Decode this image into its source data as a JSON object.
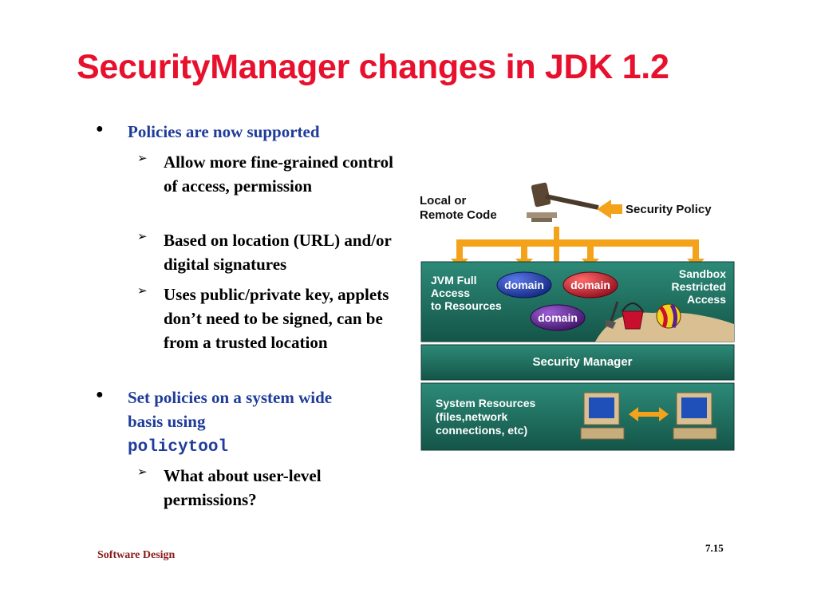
{
  "title": "SecurityManager changes in JDK 1.2",
  "bullets": [
    {
      "text": "Policies are now supported",
      "sub": [
        "Allow more fine-grained control of access, permission",
        "Based on location (URL) and/or digital signatures",
        "Uses public/private key, applets don’t need to be signed, can be from a trusted location"
      ]
    },
    {
      "text": "Set policies on a system wide basis using",
      "code": "policytool",
      "sub": [
        "What about user-level permissions?"
      ]
    }
  ],
  "footer": {
    "course": "Software Design",
    "slide_number": "7.15"
  },
  "diagram": {
    "local_code_line1": "Local or",
    "local_code_line2": "Remote Code",
    "security_policy": "Security Policy",
    "jvm_line1": "JVM Full",
    "jvm_line2": "Access",
    "jvm_line3": "to Resources",
    "domain_label": "domain",
    "sandbox_line1": "Sandbox",
    "sandbox_line2": "Restricted",
    "sandbox_line3": "Access",
    "security_manager": "Security Manager",
    "sysres_line1": "System Resources",
    "sysres_line2": "(files,network",
    "sysres_line3": "connections, etc)",
    "colors": {
      "title_red": "#e8112d",
      "bullet_blue": "#1f3c9a",
      "panel_teal": "#1a6a5c",
      "arrow_orange": "#f5a21b",
      "domain_blue": "#1c3aa8",
      "domain_red": "#c8102e",
      "domain_purple": "#5b1f8f",
      "sand": "#d9bf91"
    }
  }
}
